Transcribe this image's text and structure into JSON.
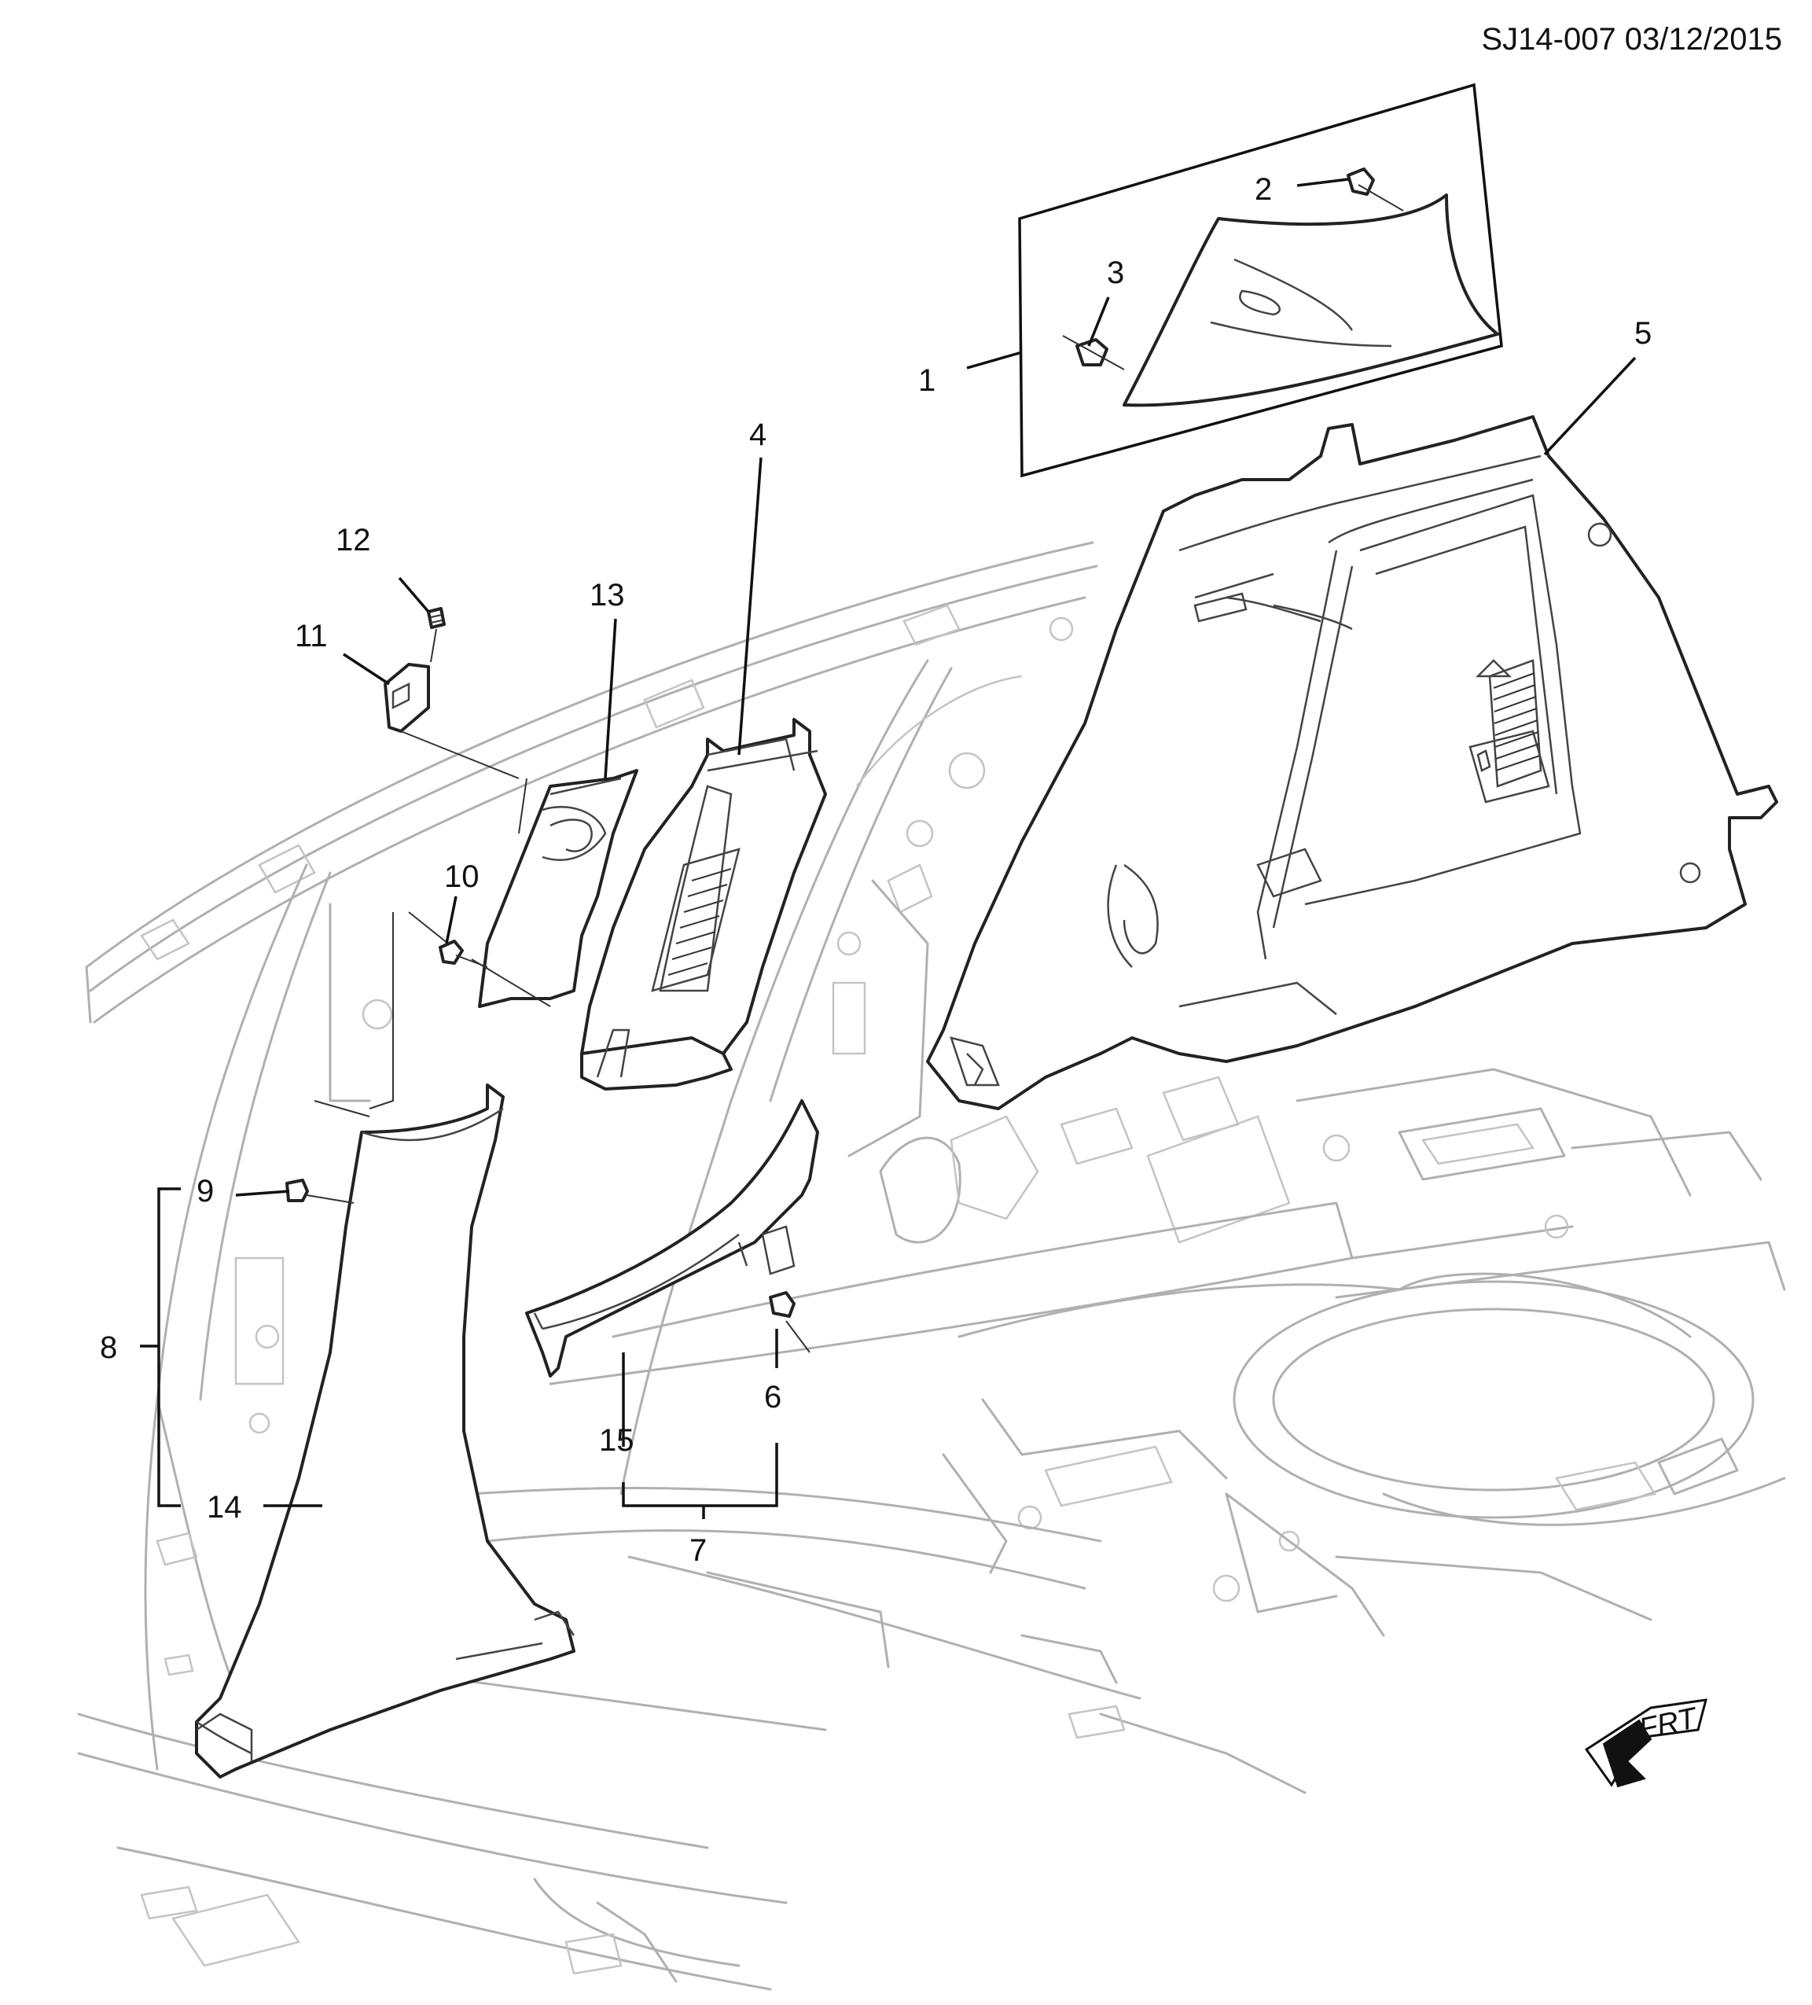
{
  "document": {
    "id_date": "SJ14-007 03/12/2015"
  },
  "callouts": [
    {
      "id": "1",
      "label": "1"
    },
    {
      "id": "2",
      "label": "2"
    },
    {
      "id": "3",
      "label": "3"
    },
    {
      "id": "4",
      "label": "4"
    },
    {
      "id": "5",
      "label": "5"
    },
    {
      "id": "6",
      "label": "6"
    },
    {
      "id": "7",
      "label": "7"
    },
    {
      "id": "8",
      "label": "8"
    },
    {
      "id": "9",
      "label": "9"
    },
    {
      "id": "10",
      "label": "10"
    },
    {
      "id": "11",
      "label": "11"
    },
    {
      "id": "12",
      "label": "12"
    },
    {
      "id": "13",
      "label": "13"
    },
    {
      "id": "14",
      "label": "14"
    },
    {
      "id": "15",
      "label": "15"
    }
  ],
  "orientation": {
    "label": "FRT",
    "icon": "front-arrow-icon"
  },
  "colors": {
    "line": "#222222",
    "background_lines": "#b0b0b0"
  }
}
